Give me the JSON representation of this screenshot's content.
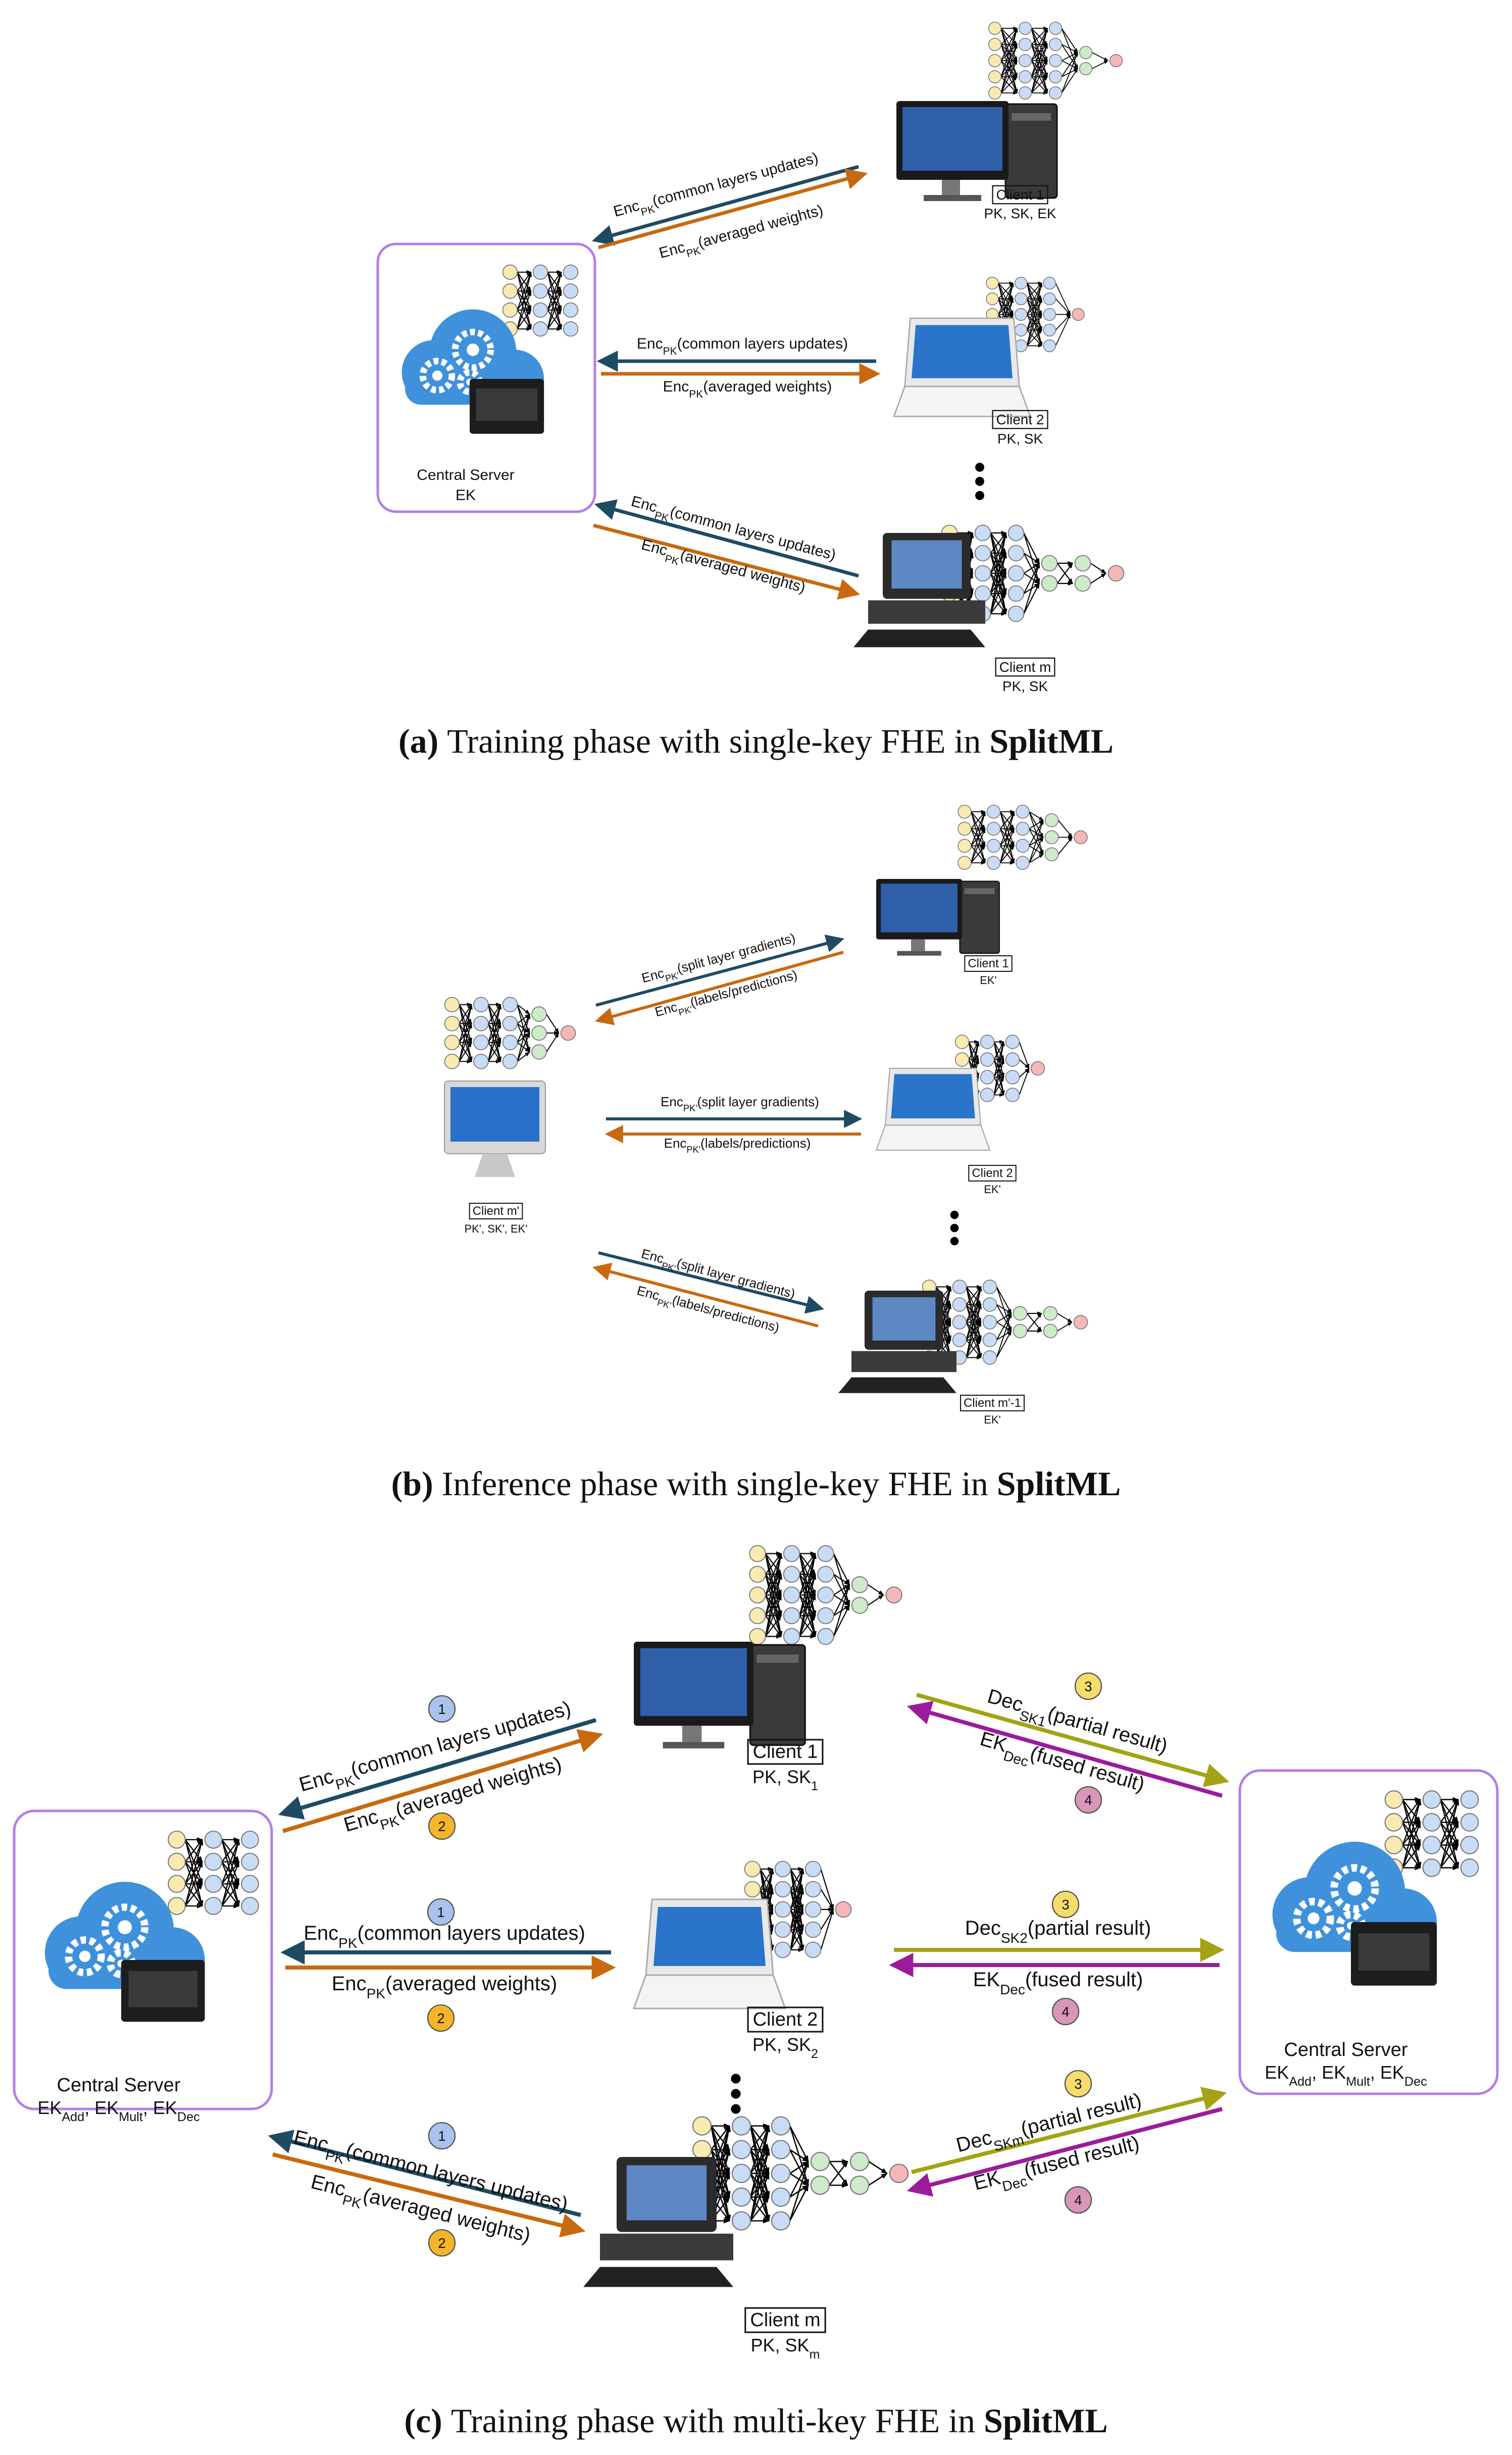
{
  "panels": {
    "a": {
      "caption_label": "(a)",
      "caption_text": "Training phase with single-key FHE in",
      "caption_bold": "SplitML",
      "server": {
        "name": "Central Server",
        "keys": "EK"
      },
      "clients": [
        {
          "name": "Client 1",
          "keys": "PK, SK, EK"
        },
        {
          "name": "Client 2",
          "keys": "PK, SK"
        },
        {
          "name": "Client m",
          "keys": "PK, SK"
        }
      ],
      "msg_up": "(common layers updates)",
      "msg_down": "(averaged weights)",
      "enc": "Enc",
      "enc_sub": "PK"
    },
    "b": {
      "caption_label": "(b)",
      "caption_text": "Inference phase with single-key FHE in",
      "caption_bold": "SplitML",
      "querier": {
        "name": "Client m'",
        "keys": "PK', SK', EK'"
      },
      "clients": [
        {
          "name": "Client 1",
          "keys": "EK'"
        },
        {
          "name": "Client 2",
          "keys": "EK'"
        },
        {
          "name": "Client m'-1",
          "keys": "EK'"
        }
      ],
      "msg_up": "(split layer gradients)",
      "msg_down": "(labels/predictions)",
      "enc": "Enc",
      "enc_sub": "PK'"
    },
    "c": {
      "caption_label": "(c)",
      "caption_text": "Training phase with multi-key FHE in",
      "caption_bold": "SplitML",
      "server_left": {
        "name": "Central Server"
      },
      "server_right": {
        "name": "Central Server"
      },
      "clients": [
        {
          "name": "Client 1",
          "keys": "PK, SK",
          "keys_sub": "1"
        },
        {
          "name": "Client 2",
          "keys": "PK, SK",
          "keys_sub": "2"
        },
        {
          "name": "Client m",
          "keys": "PK, SK",
          "keys_sub": "m"
        }
      ],
      "msg_up": "(common layers updates)",
      "msg_down": "(averaged weights)",
      "enc": "Enc",
      "enc_sub": "PK",
      "dec": "Dec",
      "dec_subs": [
        "SK1",
        "SK2",
        "SKm"
      ],
      "partial": "(partial result)",
      "ek": "EK",
      "ek_sub_dec": "Dec",
      "fused": "(fused result)",
      "ek_add": "Add",
      "ek_mult": "Mult",
      "steps": [
        "1",
        "2",
        "3",
        "4"
      ]
    }
  },
  "colors": {
    "arrow_blue": "#1f4a63",
    "arrow_orange": "#c8690f",
    "arrow_olive": "#a3a315",
    "arrow_purple": "#9a1c9a",
    "box_border": "#b57ce8",
    "node_yellow": "#f8eab0",
    "node_blue": "#c8dcf5",
    "node_green": "#cdeac9",
    "node_red": "#f6b7b7",
    "badge_blue": "#a9c3ee",
    "badge_orange": "#f4b52a",
    "badge_yellow": "#f6dc6a",
    "badge_pink": "#d896b8",
    "cloud": "#3f91dc"
  }
}
